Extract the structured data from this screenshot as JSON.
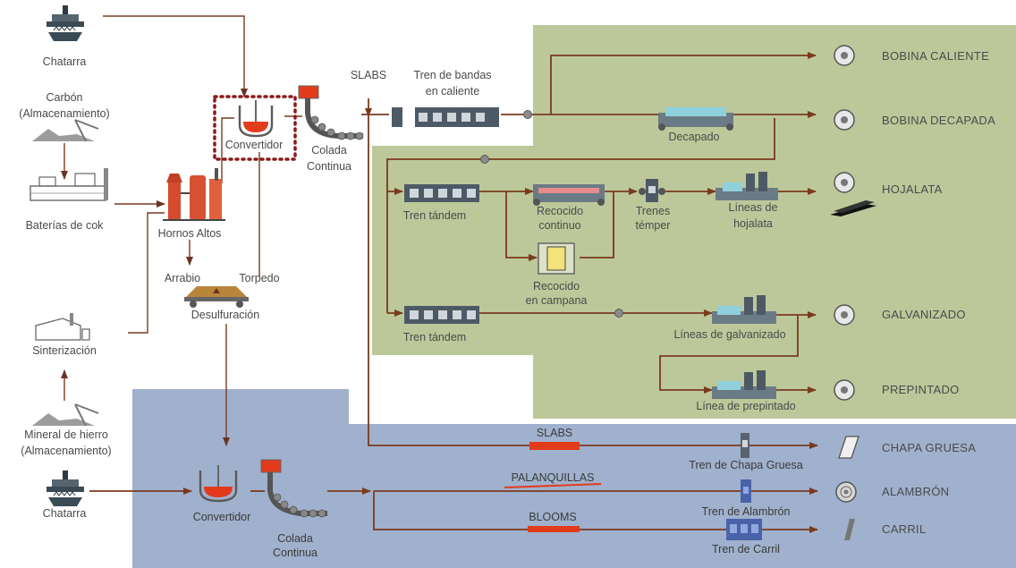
{
  "colors": {
    "green_panel": "#bcc89a",
    "blue_panel": "#a0b1cd",
    "flow_line": "#7a3a1e",
    "converter_red": "#e23b1c",
    "highlight_dots": "#8b1a1a"
  },
  "raw_materials": {
    "chatarra_top": "Chatarra",
    "carbon": "Carbón",
    "carbon_sub": "(Almacenamiento)",
    "baterias": "Baterías de cok",
    "sinterizacion": "Sinterización",
    "mineral": "Mineral de hierro",
    "mineral_sub": "(Almacenamiento)",
    "chatarra_bottom": "Chatarra"
  },
  "integrated_route": {
    "hornos": "Hornos Altos",
    "arrabio": "Arrabio",
    "torpedo": "Torpedo",
    "desulfuracion": "Desulfuración",
    "convertidor": "Convertidor",
    "colada_1": "Colada",
    "colada_2": "Continua",
    "slabs": "SLABS",
    "tren_bandas_1": "Tren de bandas",
    "tren_bandas_2": "en caliente"
  },
  "flat_processes": {
    "decapado": "Decapado",
    "tren_tandem_1": "Tren tándem",
    "recocido_continuo_1": "Recocido",
    "recocido_continuo_2": "continuo",
    "trenes_temper_1": "Trenes",
    "trenes_temper_2": "témper",
    "lineas_hojalata_1": "Líneas de",
    "lineas_hojalata_2": "hojalata",
    "recocido_campana_1": "Recocido",
    "recocido_campana_2": "en campana",
    "tren_tandem_2": "Tren tándem",
    "lineas_galvanizado": "Líneas de galvanizado",
    "linea_prepintado": "Línea de prepintado"
  },
  "products": {
    "bobina_caliente": "BOBINA CALIENTE",
    "bobina_decapada": "BOBINA DECAPADA",
    "hojalata": "HOJALATA",
    "galvanizado": "GALVANIZADO",
    "prepintado": "PREPINTADO",
    "chapa_gruesa": "CHAPA GRUESA",
    "alambron": "ALAMBRÓN",
    "carril": "CARRIL"
  },
  "electric_route": {
    "convertidor": "Convertidor",
    "colada_1": "Colada",
    "colada_2": "Continua",
    "slabs": "SLABS",
    "palanquillas": "PALANQUILLAS",
    "blooms": "BLOOMS",
    "tren_chapa": "Tren de Chapa Gruesa",
    "tren_alambron": "Tren de Alambrón",
    "tren_carril": "Tren de Carril"
  }
}
